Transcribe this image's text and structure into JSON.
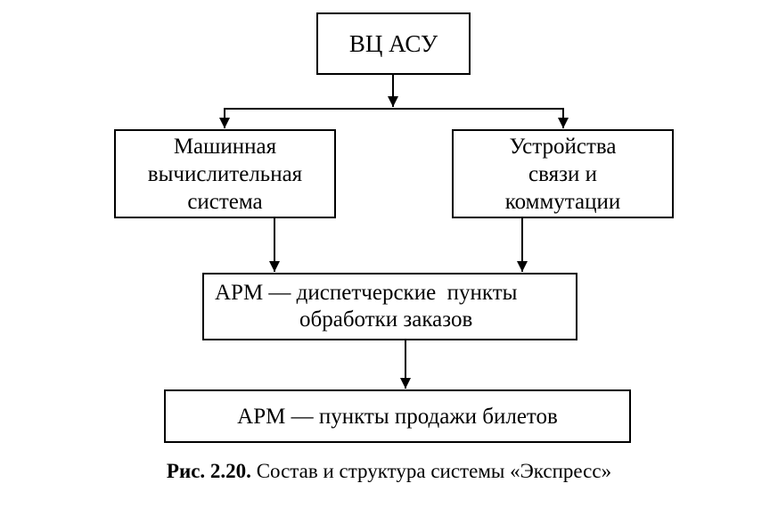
{
  "diagram": {
    "nodes": {
      "vc_asu": {
        "lines": [
          "ВЦ АСУ"
        ]
      },
      "mvs": {
        "lines": [
          "Машинная",
          "вычислительная",
          "система"
        ]
      },
      "usk": {
        "lines": [
          "Устройства",
          "связи и",
          "коммутации"
        ]
      },
      "arm_dispatch": {
        "lines": [
          "АРМ — диспетчерские  пункты",
          "обработки заказов"
        ]
      },
      "arm_tickets": {
        "lines": [
          "АРМ — пункты продажи билетов"
        ]
      }
    },
    "edges": [
      {
        "from": "vc_asu",
        "to": "mvs"
      },
      {
        "from": "vc_asu",
        "to": "usk"
      },
      {
        "from": "mvs",
        "to": "arm_dispatch"
      },
      {
        "from": "usk",
        "to": "arm_dispatch"
      },
      {
        "from": "arm_dispatch",
        "to": "arm_tickets"
      }
    ],
    "caption": {
      "figure_number": "Рис. 2.20.",
      "text": "Состав и структура системы «Экспресс»"
    }
  }
}
